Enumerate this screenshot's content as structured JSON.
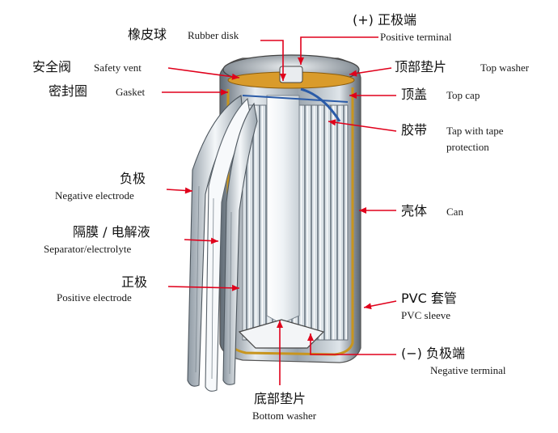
{
  "labels": {
    "rubber_disk": {
      "cn": "橡皮球",
      "en": "Rubber disk"
    },
    "positive_terminal": {
      "cn": "(+) 正极端",
      "en": "Positive terminal"
    },
    "safety_vent": {
      "cn": "安全阀",
      "en": "Safety vent"
    },
    "top_washer": {
      "cn": "顶部垫片",
      "en": "Top washer"
    },
    "gasket": {
      "cn": "密封圈",
      "en": "Gasket"
    },
    "top_cap": {
      "cn": "顶盖",
      "en": "Top cap"
    },
    "tape": {
      "cn": "胶带",
      "en1": "Tap with tape",
      "en2": "protection"
    },
    "negative_electrode": {
      "cn": "负极",
      "en": "Negative electrode"
    },
    "can": {
      "cn": "壳体",
      "en": "Can"
    },
    "separator": {
      "cn": "隔膜 / 电解液",
      "en": "Separator/electrolyte"
    },
    "pvc_sleeve": {
      "cn": "PVC 套管",
      "en": "PVC sleeve"
    },
    "positive_electrode": {
      "cn": "正极",
      "en": "Positive electrode"
    },
    "negative_terminal": {
      "cn": "(−) 负极端",
      "en": "Negative terminal"
    },
    "bottom_washer": {
      "cn": "底部垫片",
      "en": "Bottom washer"
    }
  },
  "colors": {
    "arrow": "#e0001b",
    "can_gold": "#c8951e",
    "metal": "#b9c3cc",
    "metal_dark": "#6c7680"
  }
}
